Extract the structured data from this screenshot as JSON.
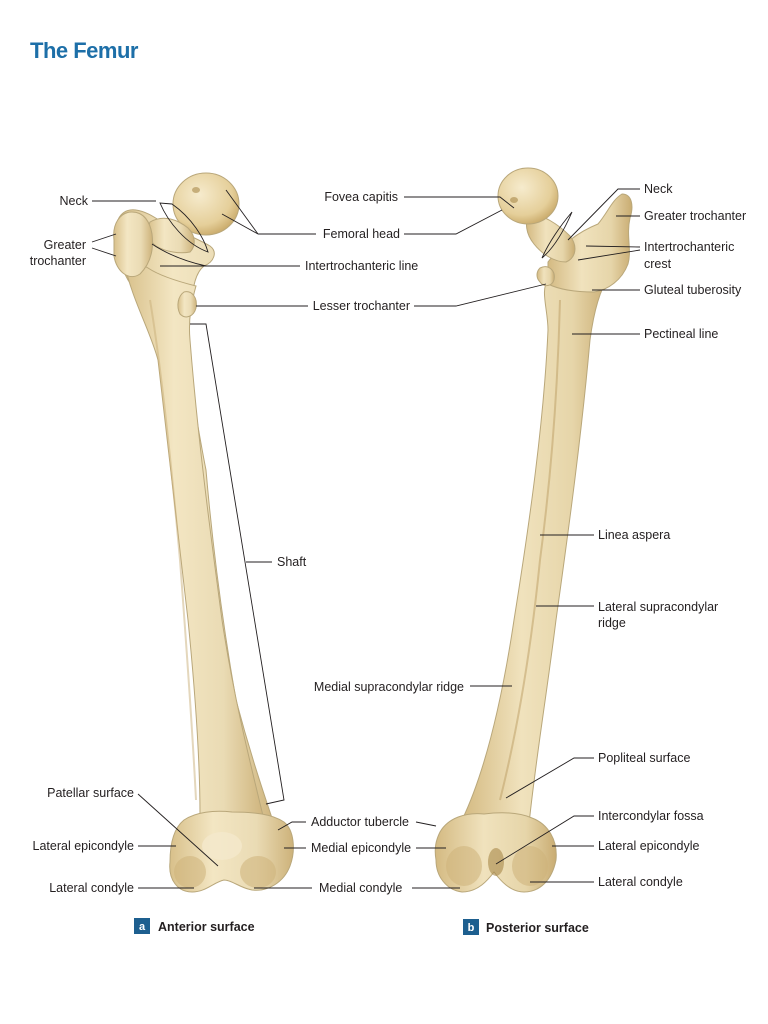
{
  "title": "The Femur",
  "colors": {
    "title": "#1d6fa8",
    "badge": "#1d5f8f",
    "bone": "#eadbb4"
  },
  "panel_a": {
    "badge": "a",
    "caption": "Anterior surface",
    "labels": {
      "neck": "Neck",
      "greater_trochanter_1": "Greater",
      "greater_trochanter_2": "trochanter",
      "fovea_capitis": "Fovea capitis",
      "femoral_head": "Femoral head",
      "intertrochanteric_line": "Intertrochanteric line",
      "lesser_trochanter": "Lesser trochanter",
      "shaft": "Shaft",
      "patellar_surface": "Patellar surface",
      "lateral_epicondyle": "Lateral epicondyle",
      "lateral_condyle": "Lateral condyle",
      "adductor_tubercle": "Adductor tubercle",
      "medial_epicondyle": "Medial epicondyle",
      "medial_condyle": "Medial condyle",
      "medial_supracondylar_ridge": "Medial supracondylar ridge"
    }
  },
  "panel_b": {
    "badge": "b",
    "caption": "Posterior surface",
    "labels": {
      "neck": "Neck",
      "greater_trochanter": "Greater trochanter",
      "intertrochanteric_crest_1": "Intertrochanteric",
      "intertrochanteric_crest_2": "crest",
      "gluteal_tuberosity": "Gluteal tuberosity",
      "pectineal_line": "Pectineal line",
      "linea_aspera": "Linea aspera",
      "lateral_supracondylar_ridge_1": "Lateral supracondylar",
      "lateral_supracondylar_ridge_2": "ridge",
      "popliteal_surface": "Popliteal surface",
      "intercondylar_fossa": "Intercondylar fossa",
      "lateral_epicondyle": "Lateral epicondyle",
      "lateral_condyle": "Lateral condyle"
    }
  }
}
